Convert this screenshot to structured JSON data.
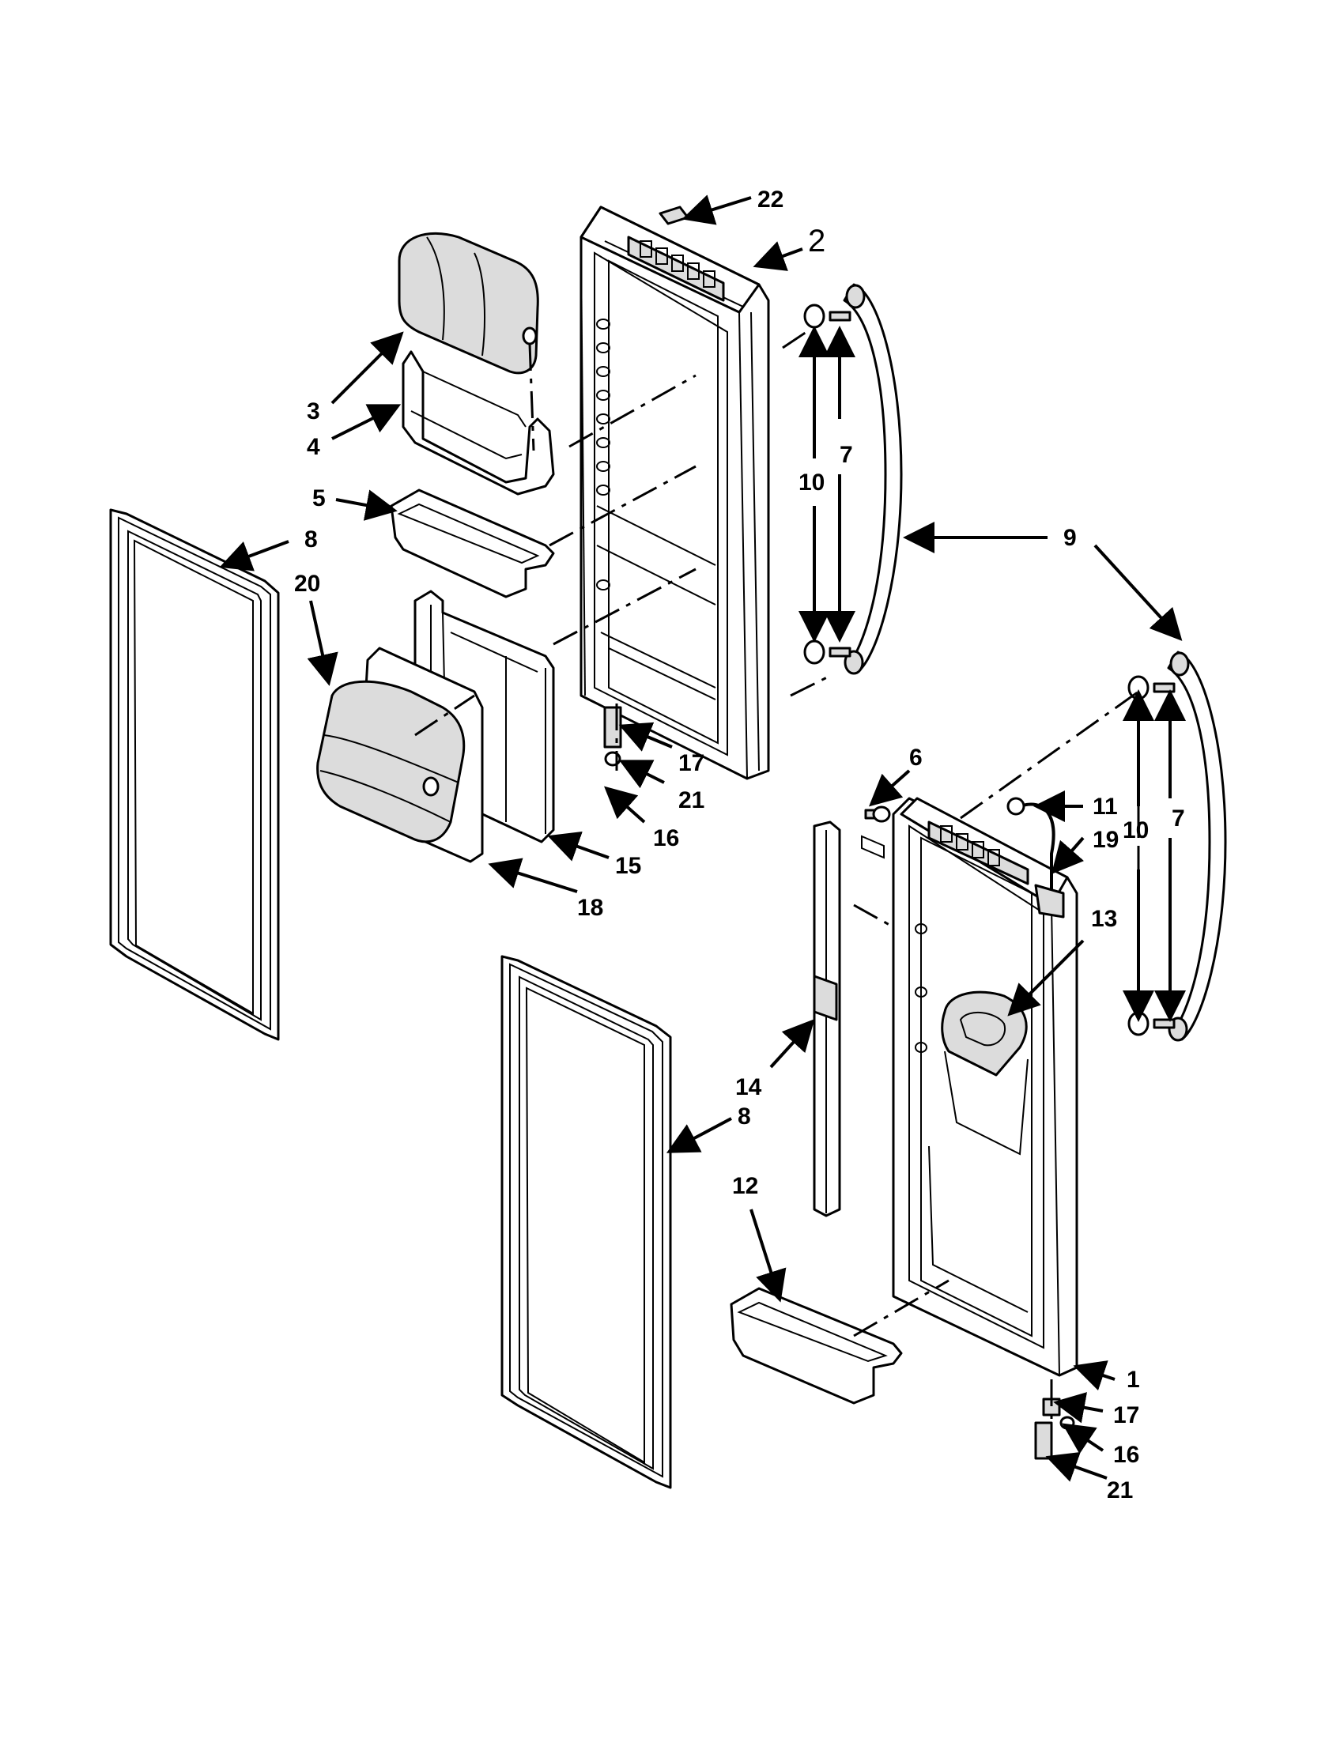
{
  "labels": {
    "l1": "1",
    "l2": "2",
    "l3": "3",
    "l4": "4",
    "l5": "5",
    "l6": "6",
    "l7a": "7",
    "l7b": "7",
    "l8a": "8",
    "l8b": "8",
    "l9": "9",
    "l10a": "10",
    "l10b": "10",
    "l11": "11",
    "l12": "12",
    "l13": "13",
    "l14": "14",
    "l15": "15",
    "l16a": "16",
    "l16b": "16",
    "l17a": "17",
    "l17b": "17",
    "l18": "18",
    "l19": "19",
    "l20": "20",
    "l21a": "21",
    "l21b": "21",
    "l22": "22"
  }
}
